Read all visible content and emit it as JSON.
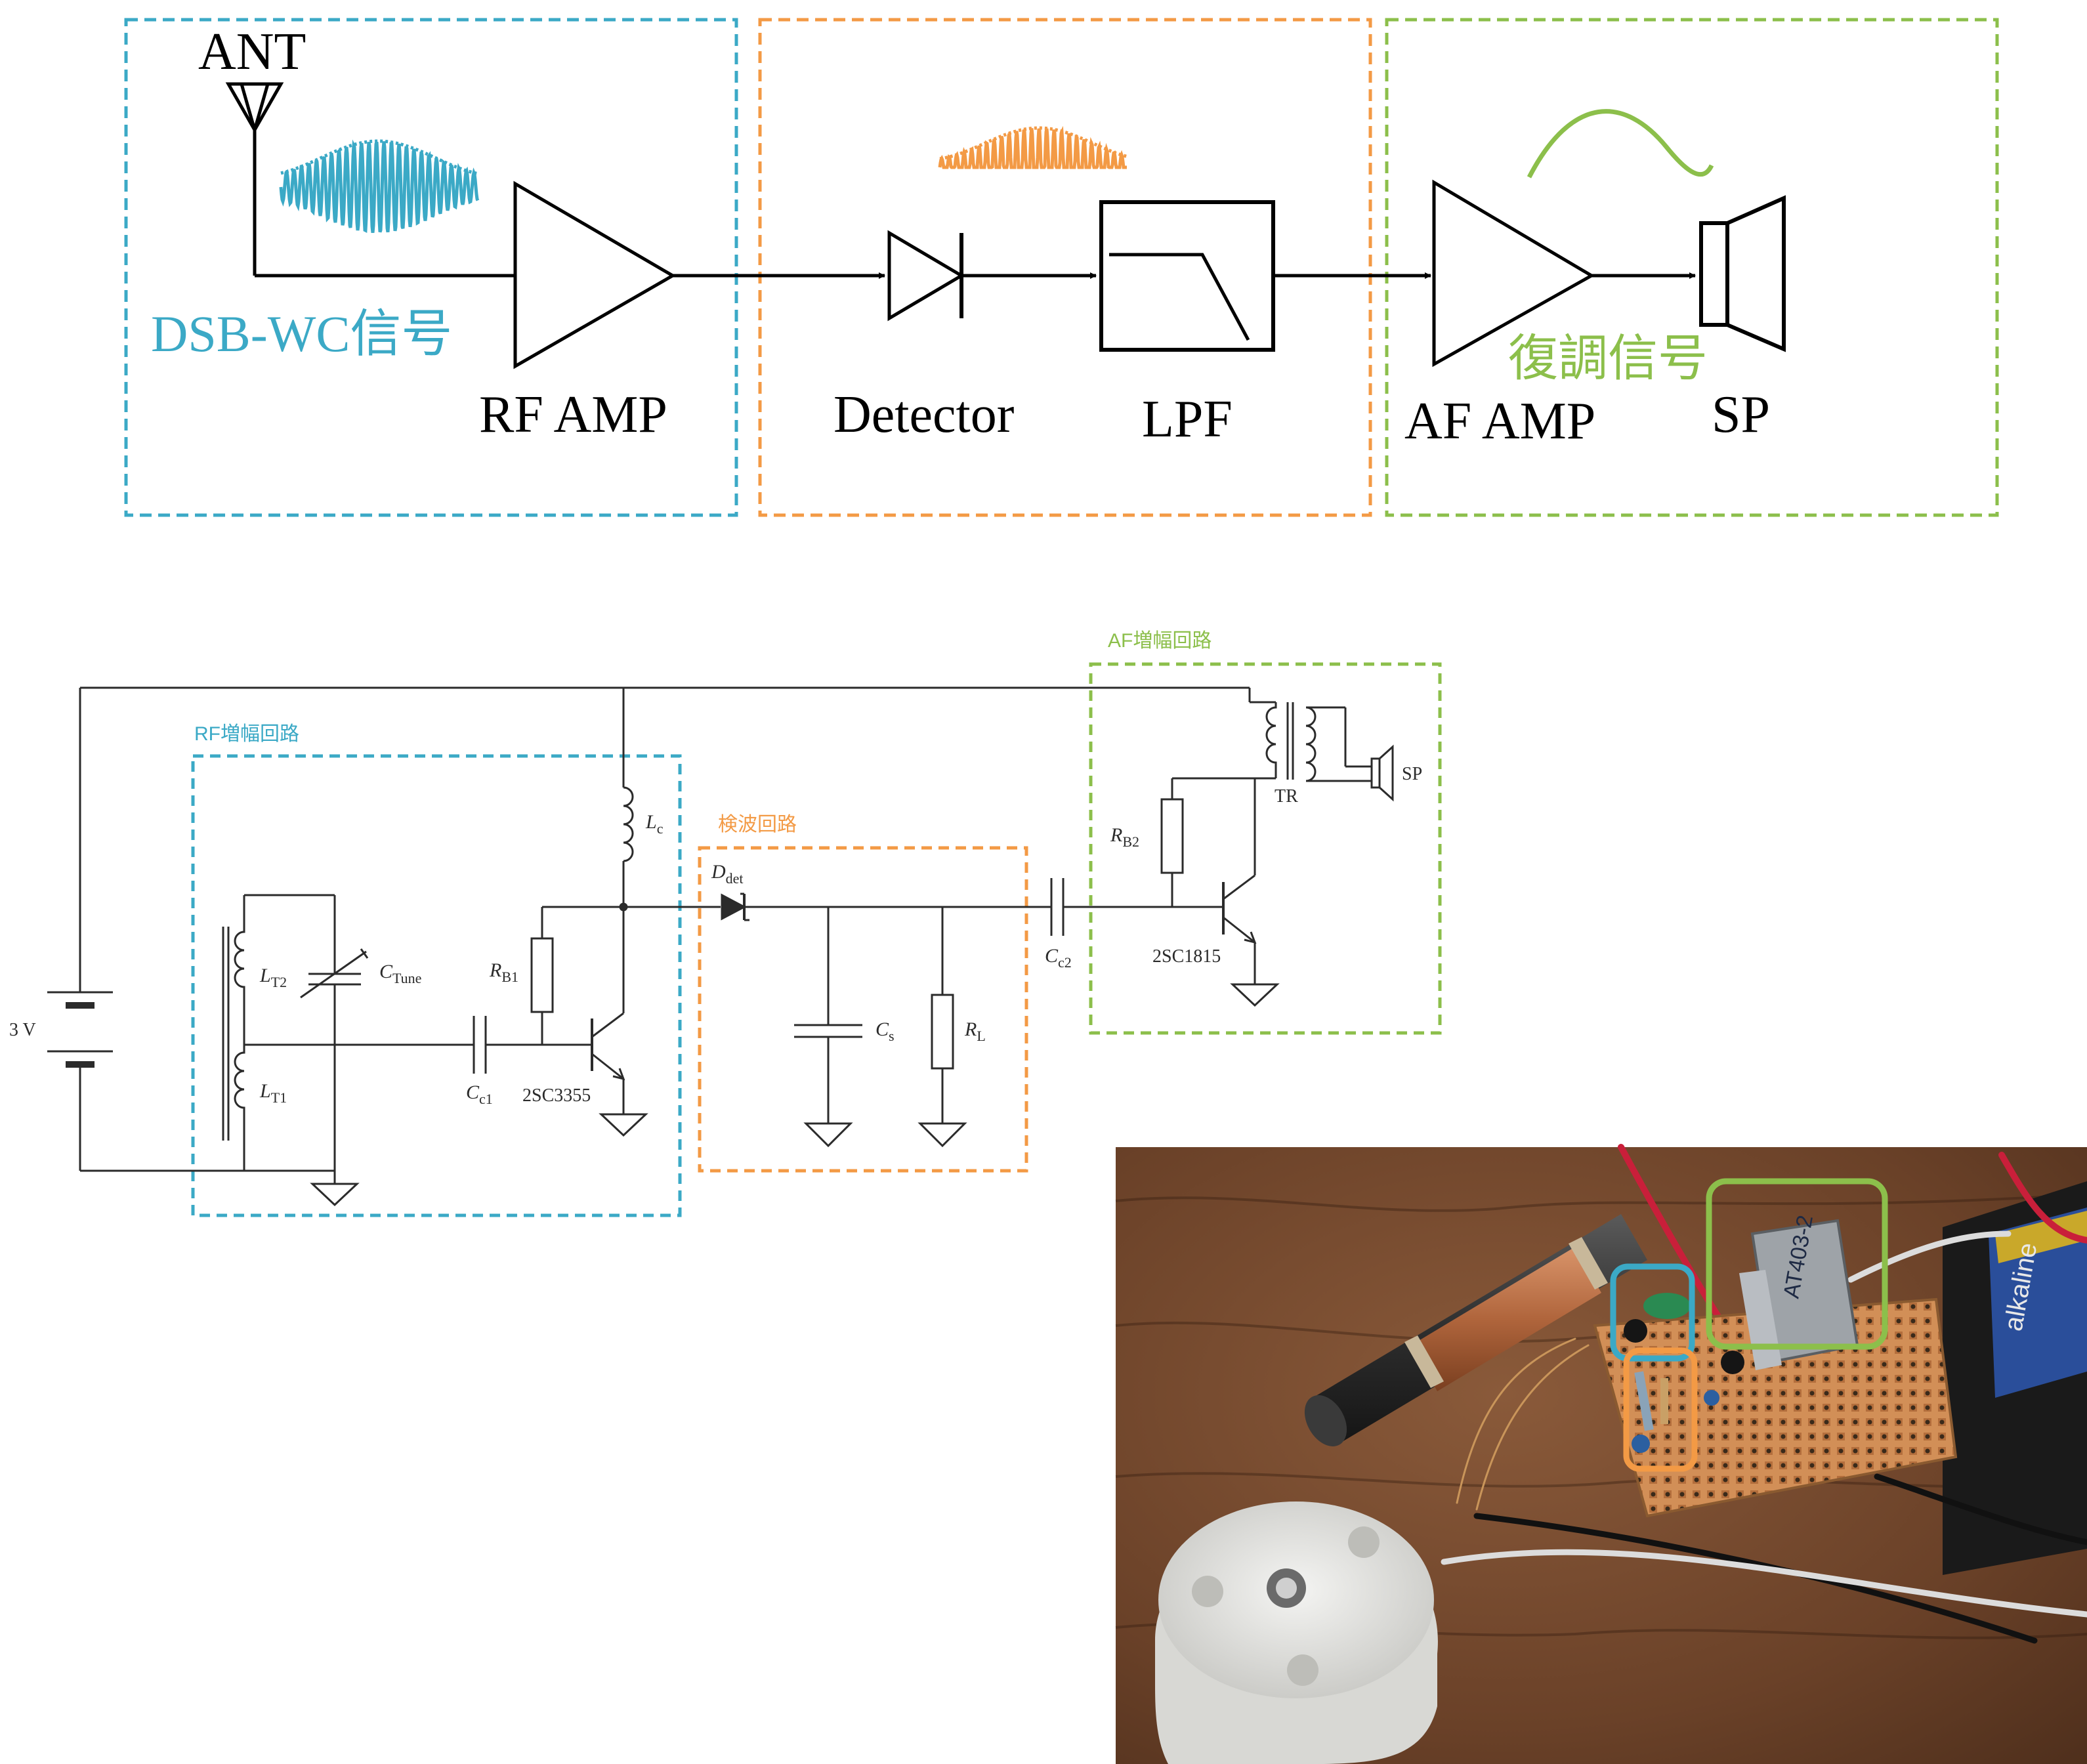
{
  "colors": {
    "rf": "#3ba9c6",
    "detector": "#f39a45",
    "af": "#8cbf4b",
    "line": "#000000",
    "schematic_line": "#2b2b2b"
  },
  "block_diagram": {
    "ant_label": "ANT",
    "rf_amp_label": "RF AMP",
    "detector_label": "Detector",
    "lpf_label": "LPF",
    "af_amp_label": "AF AMP",
    "sp_label": "SP",
    "dsb_label": "DSB-WC信号",
    "demod_label": "復調信号"
  },
  "schematic": {
    "rf_section_label": "RF増幅回路",
    "detector_section_label": "検波回路",
    "af_section_label": "AF増幅回路",
    "battery_label": "3 V",
    "lt2": {
      "main": "L",
      "sub": "T2"
    },
    "lt1": {
      "main": "L",
      "sub": "T1"
    },
    "ctune": {
      "main": "C",
      "sub": "Tune"
    },
    "rb1": {
      "main": "R",
      "sub": "B1"
    },
    "cc1": {
      "main": "C",
      "sub": "c1"
    },
    "q1_label": "2SC3355",
    "lc": {
      "main": "L",
      "sub": "c"
    },
    "ddet": {
      "main": "D",
      "sub": "det"
    },
    "cs": {
      "main": "C",
      "sub": "s"
    },
    "rl": {
      "main": "R",
      "sub": "L"
    },
    "cc2": {
      "main": "C",
      "sub": "c2"
    },
    "rb2": {
      "main": "R",
      "sub": "B2"
    },
    "q2_label": "2SC1815",
    "tr_label": "TR",
    "sp_label": "SP"
  },
  "photo": {
    "coil_label": "",
    "transformer_text": "AT403-2"
  }
}
